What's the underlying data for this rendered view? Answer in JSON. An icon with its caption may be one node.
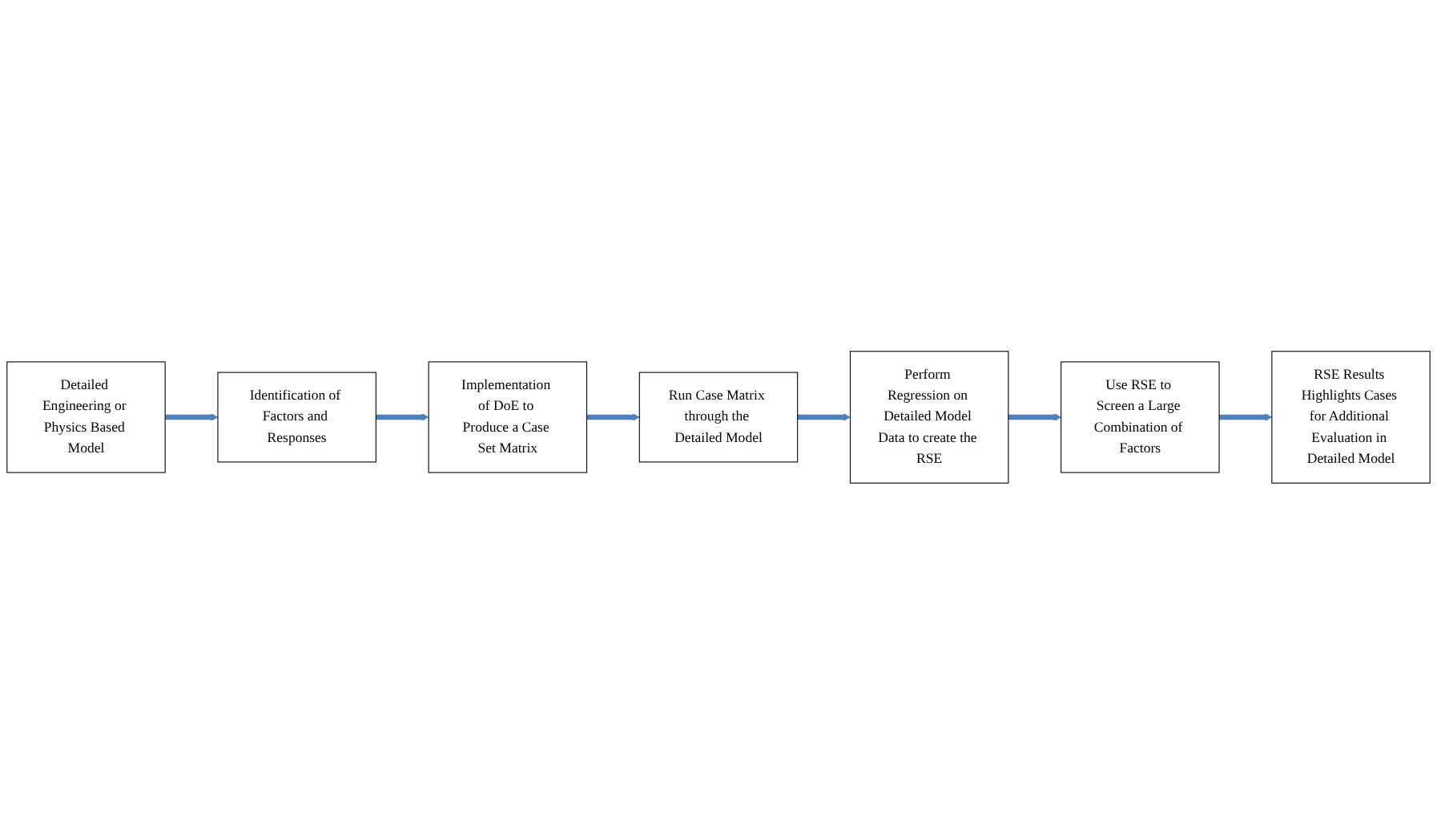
{
  "diagram": {
    "nodes": [
      {
        "text": [
          "Detailed Engineering or Physics Based Model"
        ]
      },
      {
        "text": [
          "Identification of Factors and Responses"
        ]
      },
      {
        "text": [
          "Implementation of DoE to Produce a Case Set Matrix"
        ]
      },
      {
        "text": [
          "Run Case Matrix through the Detailed Model"
        ]
      },
      {
        "text": [
          "Perform Regression on Detailed Model Data to create the RSE"
        ]
      },
      {
        "text": [
          "Use RSE to Screen a Large Combination of Factors"
        ]
      },
      {
        "text": [
          "RSE Results Highlights Cases for Additional Evaluation in Detailed Model"
        ]
      }
    ],
    "edges": [
      {
        "from": 0,
        "to": 1,
        "arrow": "to"
      },
      {
        "from": 1,
        "to": 2,
        "arrow": "to"
      },
      {
        "from": 2,
        "to": 3,
        "arrow": "to"
      },
      {
        "from": 3,
        "to": 4,
        "arrow": "to"
      },
      {
        "from": 4,
        "to": 5,
        "arrow": "to"
      },
      {
        "from": 5,
        "to": 6,
        "arrow": "to"
      }
    ]
  }
}
